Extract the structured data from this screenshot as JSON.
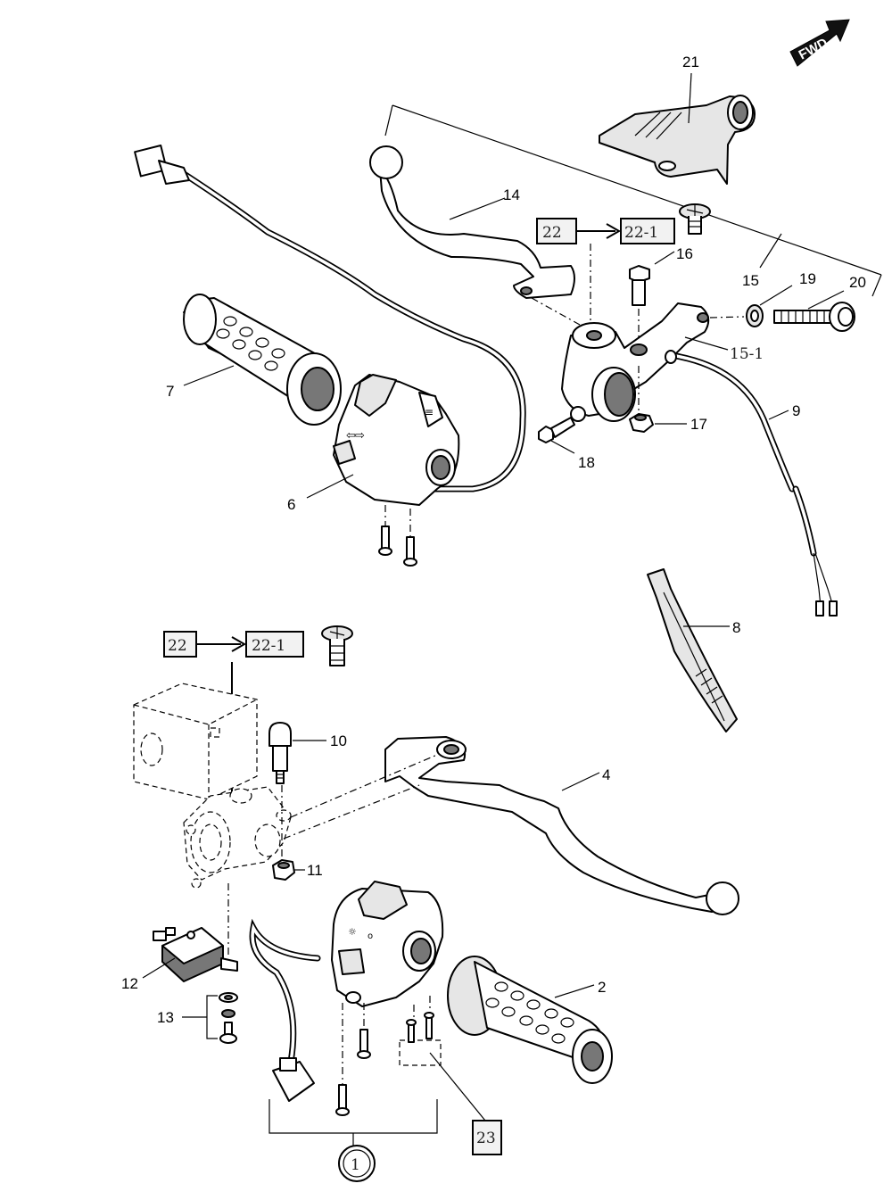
{
  "orientation": {
    "fwd_label": "FWD"
  },
  "callouts": {
    "c2": "2",
    "c4": "4",
    "c6": "6",
    "c7": "7",
    "c8": "8",
    "c9": "9",
    "c10": "10",
    "c11": "11",
    "c12": "12",
    "c13": "13",
    "c14": "14",
    "c15": "15",
    "c15_1": "15-1",
    "c16": "16",
    "c17": "17",
    "c18": "18",
    "c19": "19",
    "c20": "20",
    "c21": "21"
  },
  "boxed_refs": {
    "upper_from": "22",
    "upper_to": "22-1",
    "lower_from": "22",
    "lower_to": "22-1",
    "ref23": "23"
  },
  "circled_ref": {
    "value": "1"
  }
}
